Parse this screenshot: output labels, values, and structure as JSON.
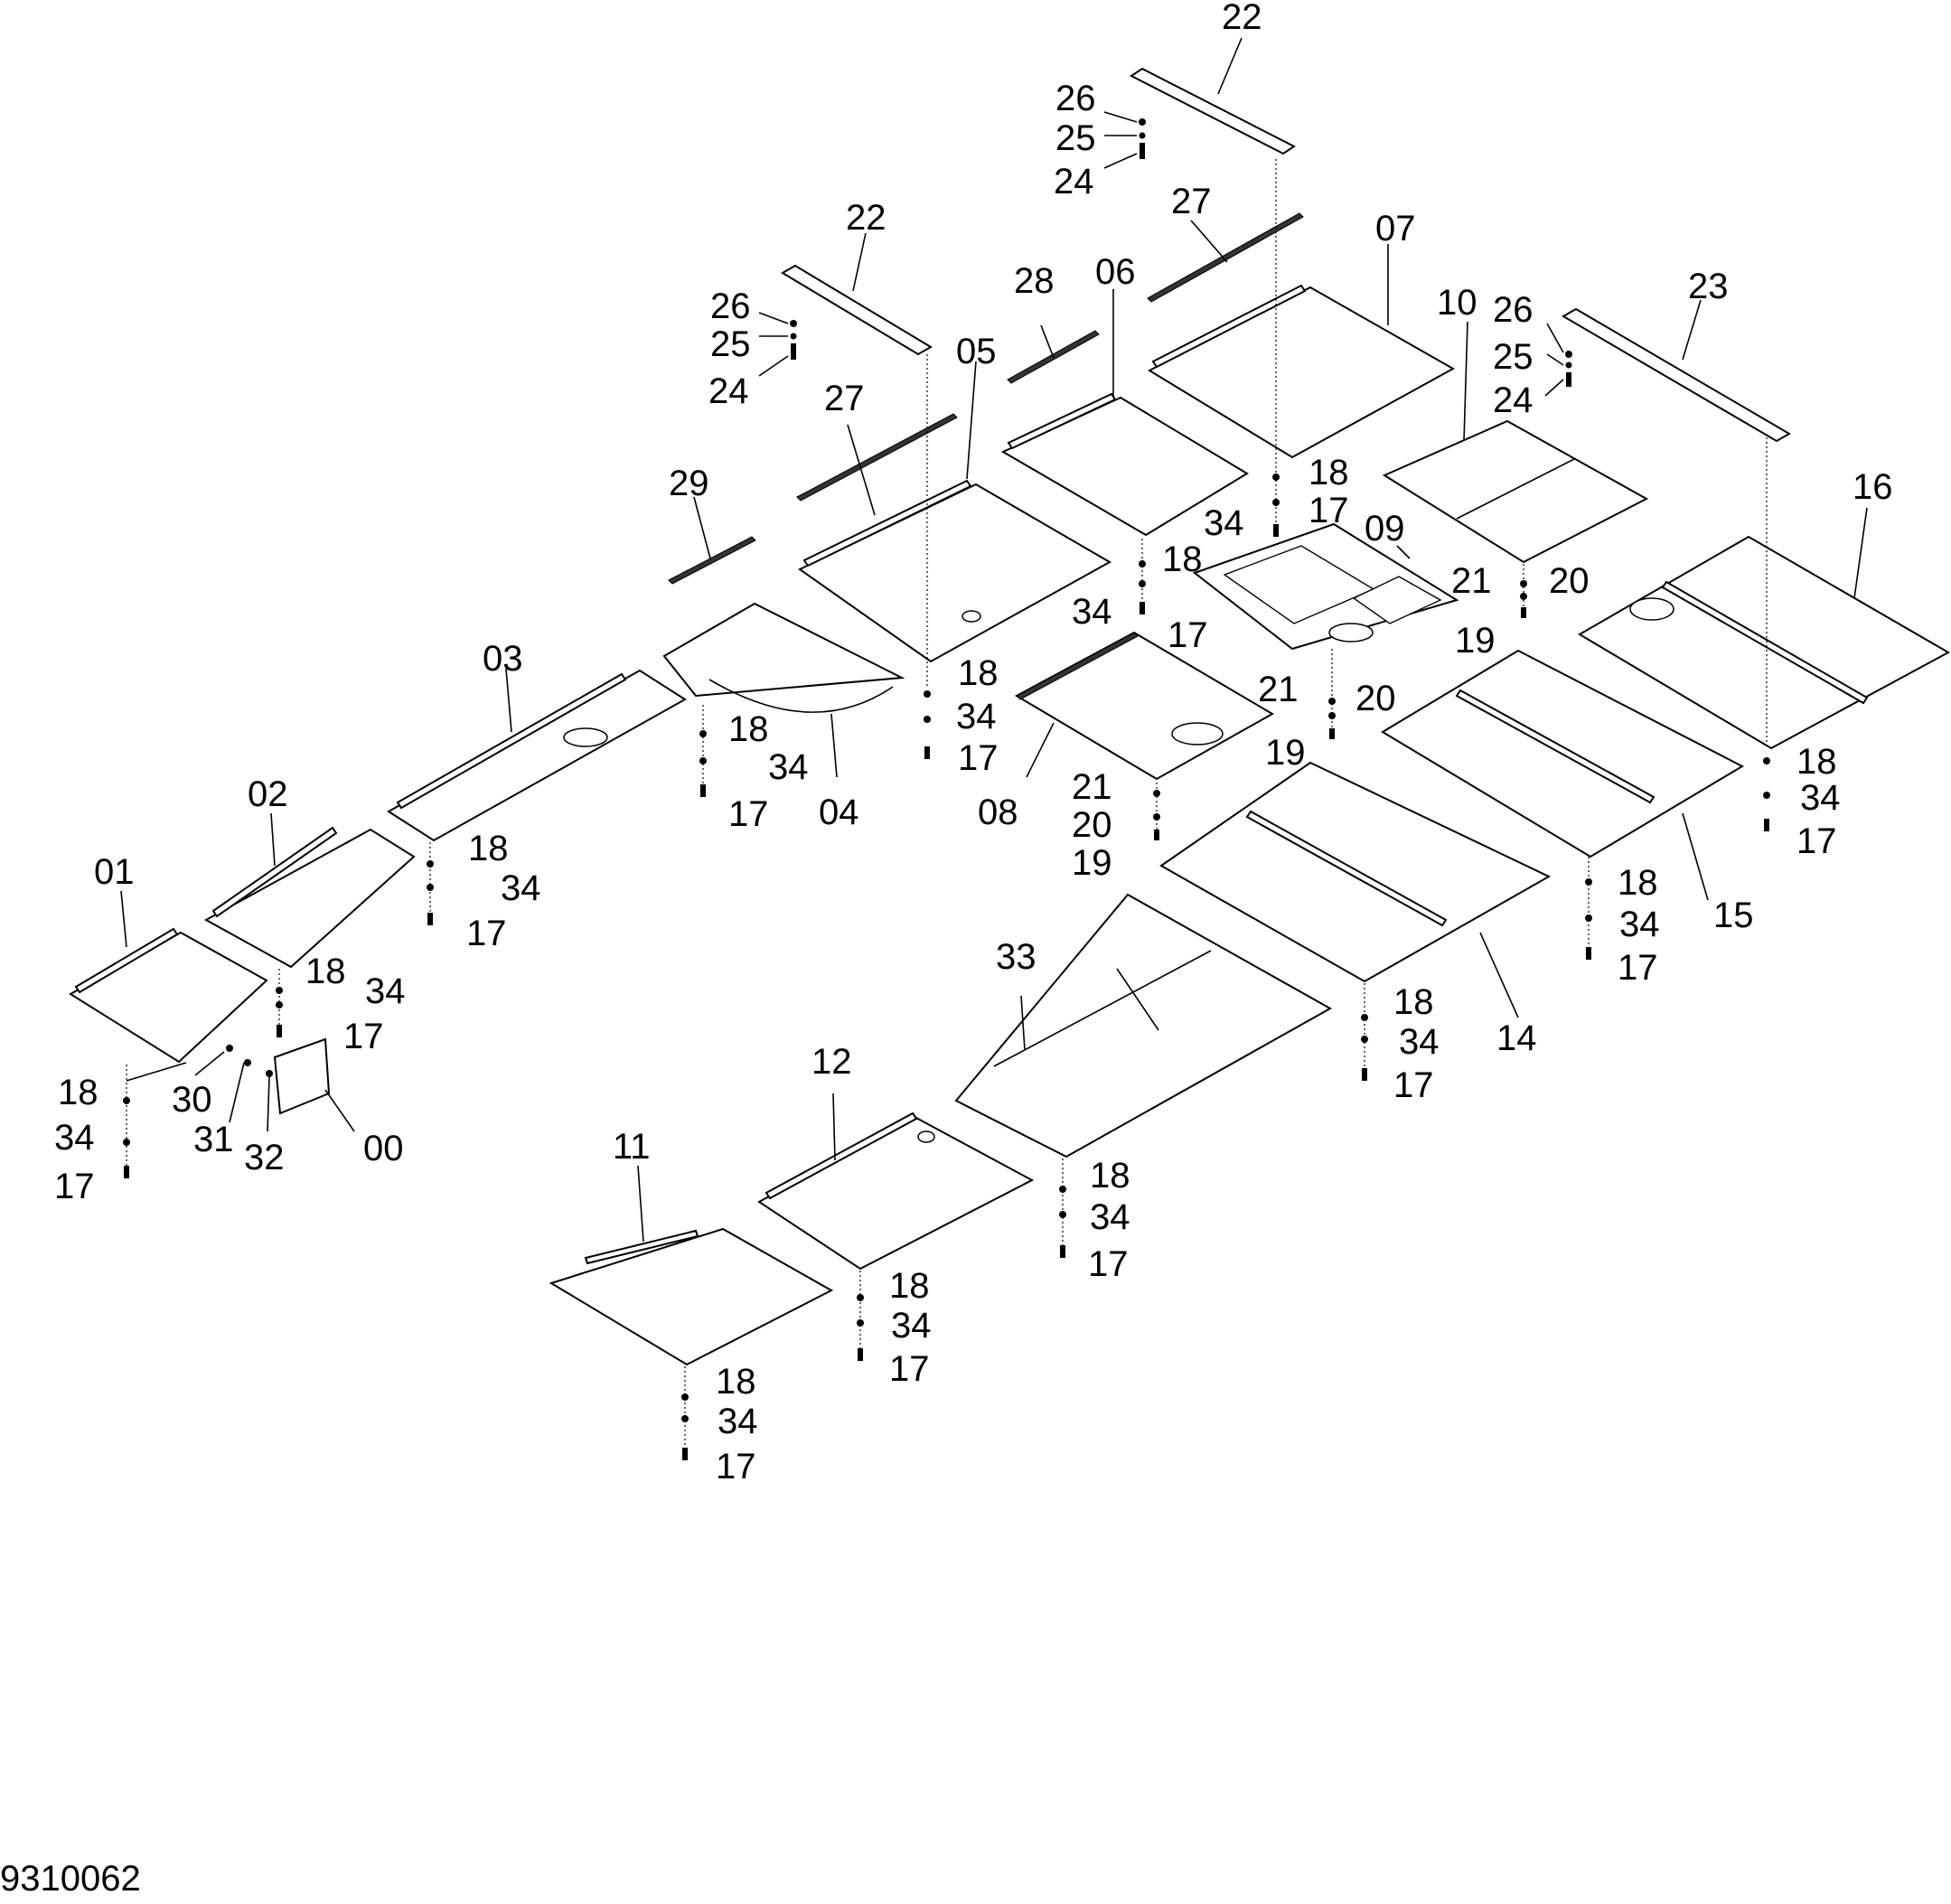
{
  "drawing_number": "9310062",
  "labels": {
    "p00": "00",
    "p01": "01",
    "p02": "02",
    "p03": "03",
    "p04": "04",
    "p05": "05",
    "p06": "06",
    "p07": "07",
    "p08": "08",
    "p09": "09",
    "p10": "10",
    "p11": "11",
    "p12": "12",
    "p14": "14",
    "p15": "15",
    "p16": "16",
    "p17": "17",
    "p18": "18",
    "p19": "19",
    "p20": "20",
    "p21": "21",
    "p22": "22",
    "p23": "23",
    "p24": "24",
    "p25": "25",
    "p26": "26",
    "p27": "27",
    "p28": "28",
    "p29": "29",
    "p30": "30",
    "p31": "31",
    "p32": "32",
    "p33": "33",
    "p34": "34"
  }
}
